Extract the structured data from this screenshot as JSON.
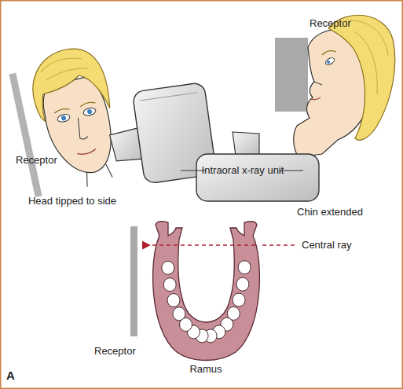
{
  "diagram": {
    "labels": [
      "Receptor",
      "Receptor",
      "Intraoral x-ray unit",
      "Head tipped to side",
      "Chin extended",
      "Central ray",
      "Receptor",
      "Ramus",
      "A"
    ]
  }
}
